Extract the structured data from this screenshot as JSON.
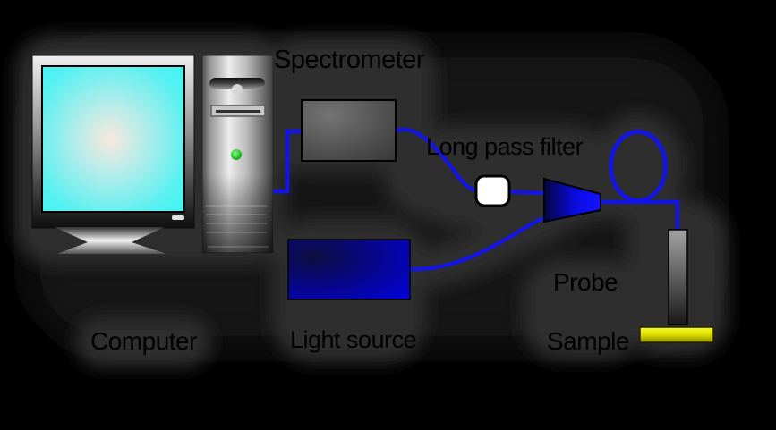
{
  "labels": {
    "spectrometer": "Spectrometer",
    "long_pass_filter": "Long pass filter",
    "probe": "Probe",
    "computer": "Computer",
    "light_source": "Light source",
    "sample": "Sample"
  },
  "colors": {
    "background": "#000000",
    "shadow_haze": "#2d2d2d",
    "cable_blue": "#1515e2",
    "screen_cyan": "#55f1f1",
    "screen_glow": "#f8e9de",
    "light_source_blue": "#0101e2",
    "probe_blue": "#1414ff",
    "filter_white": "#ffffff",
    "sample_base_yellow": "#e3e300",
    "sample_holder_gray": "#a3a3a3",
    "led_green": "#2ecc2e",
    "label_text": "#000000"
  }
}
